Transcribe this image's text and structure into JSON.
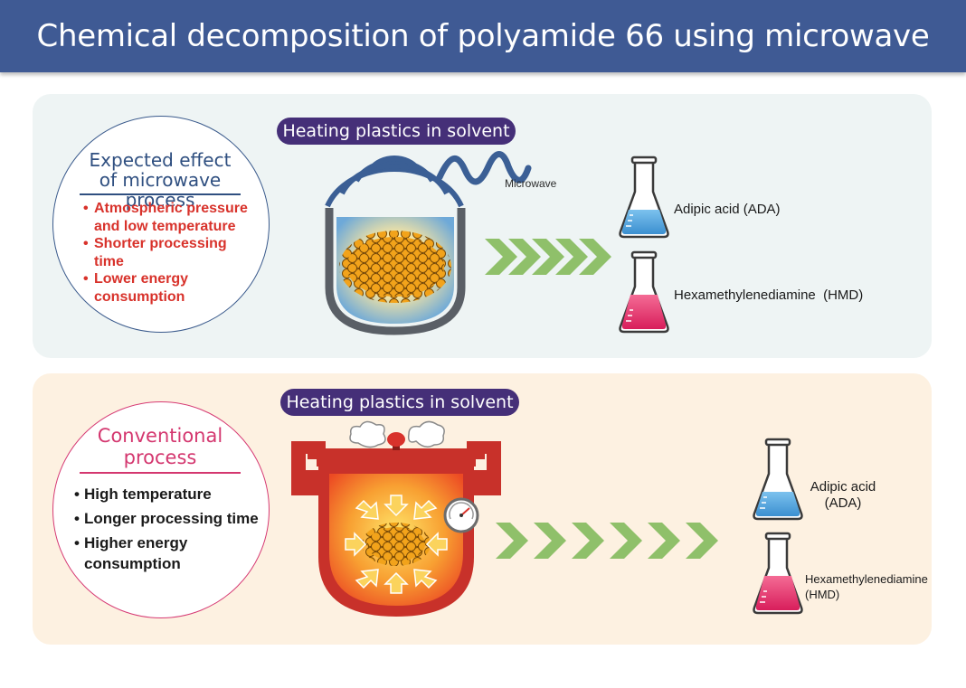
{
  "title": "Chemical decomposition of polyamide 66 using microwave technology",
  "microwave_panel": {
    "circle_title": "Expected effect of microwave process",
    "effects": [
      "Atmospheric pressure and low temperature",
      "Shorter processing time",
      "Lower energy consumption"
    ],
    "step_label": "Heating plastics in solvent",
    "microwave_label": "Microwave",
    "products": [
      "Adipic acid (ADA)",
      "Hexamethylenediamine  (HMD)"
    ]
  },
  "conventional_panel": {
    "circle_title": "Conventional process",
    "effects": [
      "High temperature",
      "Longer processing time",
      "Higher energy consumption"
    ],
    "step_label": "Heating plastics in solvent",
    "products": [
      "Adipic acid (ADA)",
      "Hexamethylenediamine (HMD)"
    ]
  },
  "colors": {
    "header": "#3f5a94",
    "pill": "#452f78",
    "microwave_text": "#d8322b",
    "conventional_title": "#d4376f",
    "arrow_green": "#8fc06a",
    "flask_blue": "#4aa3df",
    "flask_pink": "#e8356d"
  },
  "icons": [
    "microwave-wave-icon",
    "vessel-icon",
    "pressure-cooker-icon",
    "pressure-gauge-icon",
    "steam-icon",
    "flask-icon",
    "chevron-arrow-icon"
  ]
}
